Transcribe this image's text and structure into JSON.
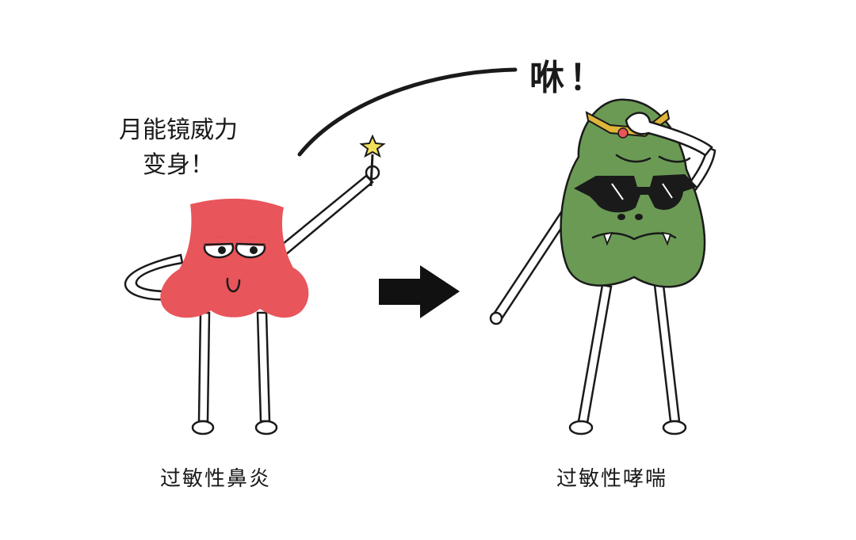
{
  "speech": {
    "left_line1": "月能镜威力",
    "left_line2": "变身！",
    "right": "咻！"
  },
  "labels": {
    "left": "过敏性鼻炎",
    "right": "过敏性哮喘"
  },
  "colors": {
    "nose_red": "#e8555a",
    "lung_green": "#6b9a55",
    "outline": "#1a1a1a",
    "crown_gold": "#e0b53a",
    "star_yellow": "#f2e05a"
  },
  "icons": {
    "arrow": "right-arrow-icon",
    "wand": "star-wand-icon",
    "glasses": "sunglasses-icon"
  }
}
